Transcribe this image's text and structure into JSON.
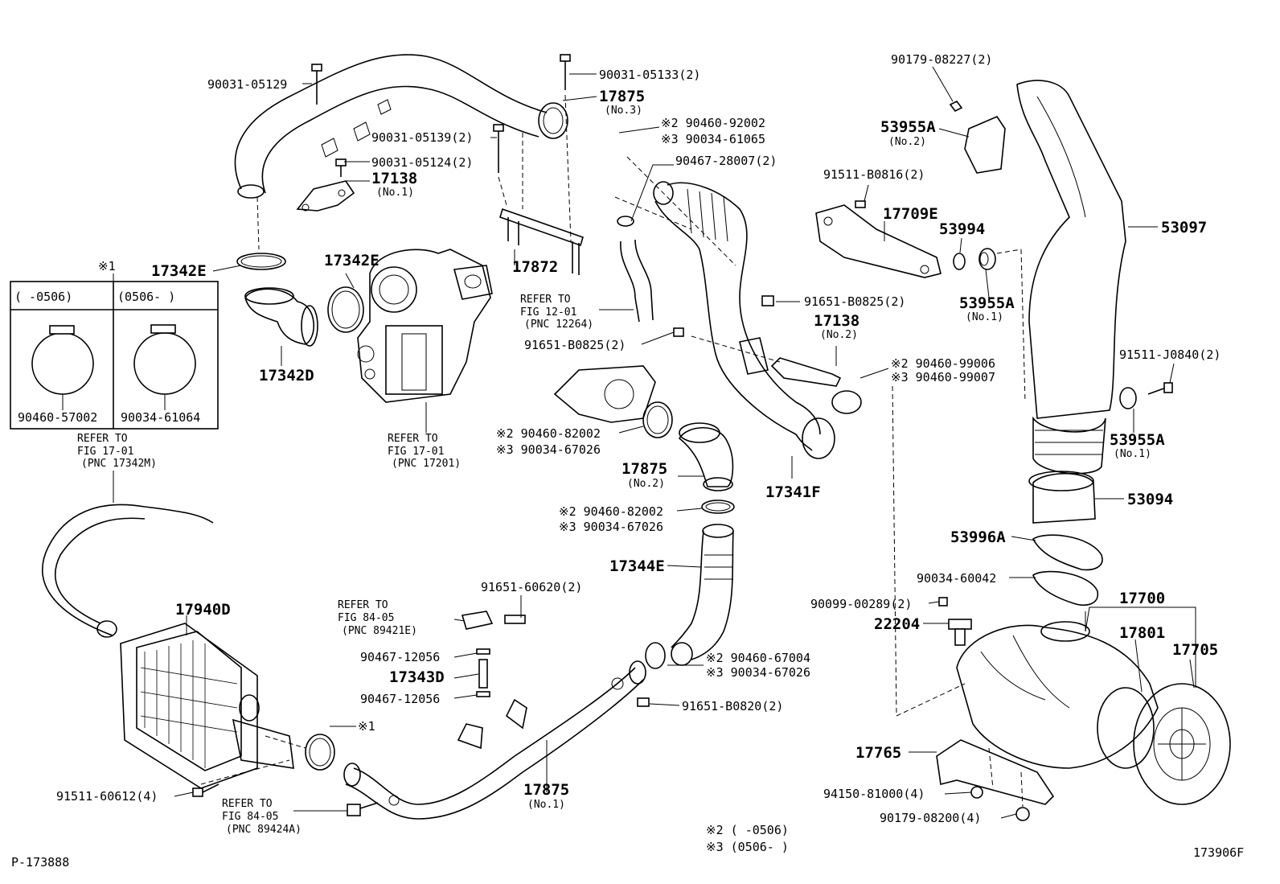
{
  "labels": {
    "p1": "90031-05129",
    "p2": "90031-05133(2)",
    "p3": "17875",
    "p3n": "(No.3)",
    "p4a": "※2 90460-92002",
    "p4b": "※3 90034-61065",
    "p5": "90031-05139(2)",
    "p6": "90031-05124(2)",
    "p7": "17138",
    "p7n": "(No.1)",
    "p8": "90467-28007(2)",
    "p9": "17342E",
    "p10": "17342E",
    "p11": "17872",
    "p12": "17342D",
    "p13a": "REFER TO",
    "p13b": "FIG 12-01",
    "p13c": "(PNC 12264)",
    "p14": "91651-B0825(2)",
    "p15a": "REFER TO",
    "p15b": "FIG 17-01",
    "p15c": "(PNC 17201)",
    "p16a": "※2 90460-82002",
    "p16b": "※3 90034-67026",
    "p17": "17875",
    "p17n": "(No.2)",
    "p18": "17341F",
    "p19a": "※2 90460-82002",
    "p19b": "※3 90034-67026",
    "p20": "17344E",
    "p21": "91651-60620(2)",
    "p22a": "REFER TO",
    "p22b": "FIG 84-05",
    "p22c": "(PNC 89421E)",
    "p23": "90467-12056",
    "p24": "17343D",
    "p25": "90467-12056",
    "p26": "17940D",
    "p27": "※1",
    "p28a": "※2 90460-67004",
    "p28b": "※3 90034-67026",
    "p29": "91651-B0820(2)",
    "p30": "17875",
    "p30n": "(No.1)",
    "p31": "91511-60612(4)",
    "p32a": "REFER TO",
    "p32b": "FIG 84-05",
    "p32c": "(PNC 89424A)",
    "p33": "90179-08227(2)",
    "p34": "53955A",
    "p34n": "(No.2)",
    "p35": "91511-B0816(2)",
    "p36": "17709E",
    "p37": "53994",
    "p38": "53097",
    "p39": "91651-B0825(2)",
    "p40": "53955A",
    "p40n": "(No.1)",
    "p41": "17138",
    "p41n": "(No.2)",
    "p42a": "※2 90460-99006",
    "p42b": "※3 90460-99007",
    "p43": "91511-J0840(2)",
    "p44": "53955A",
    "p44n": "(No.1)",
    "p45": "53094",
    "p46": "53996A",
    "p47": "90034-60042",
    "p48": "90099-00289(2)",
    "p49": "22204",
    "p50": "17700",
    "p51": "17801",
    "p52": "17705",
    "p53": "17765",
    "p54": "94150-81000(4)",
    "p55": "90179-08200(4)",
    "box_mark": "※1",
    "box_h1": "(     -0506)",
    "box_h2": "(0506-     )",
    "box_p1": "90460-57002",
    "box_p2": "90034-61064",
    "ref_a": "REFER TO",
    "ref_b": "FIG 17-01",
    "ref_c": "(PNC 17342M)",
    "note1": "※2 (     -0506)",
    "note2": "※3 (0506-     )",
    "footer_left": "P-173888",
    "footer_right": "173906F"
  }
}
